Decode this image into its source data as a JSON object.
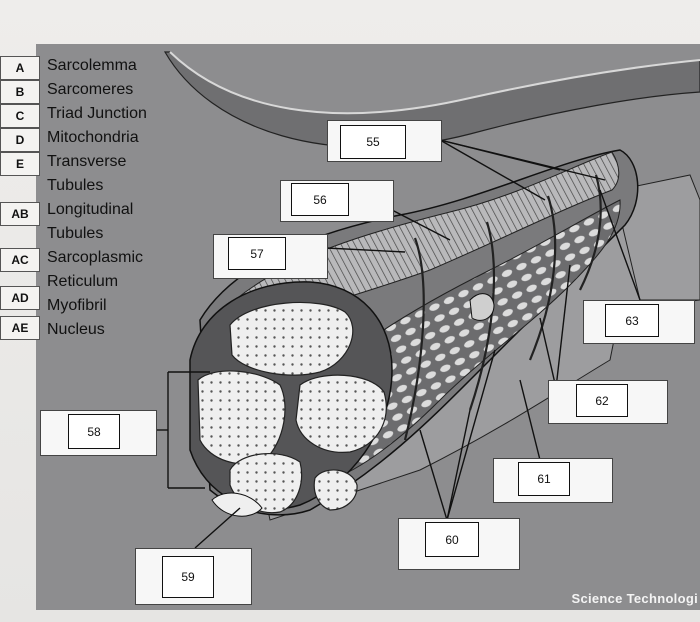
{
  "key": [
    {
      "letter": "A",
      "term": "Sarcolemma"
    },
    {
      "letter": "B",
      "term": "Sarcomeres"
    },
    {
      "letter": "C",
      "term": "Triad Junction"
    },
    {
      "letter": "D",
      "term": "Mitochondria"
    },
    {
      "letter": "E",
      "term": "Transverse"
    },
    {
      "letter": "",
      "term": "Tubules"
    },
    {
      "letter": "AB",
      "term": "Longitudinal"
    },
    {
      "letter": "",
      "term": "Tubules"
    },
    {
      "letter": "AC",
      "term": "Sarcoplasmic"
    },
    {
      "letter": "",
      "term": "Reticulum"
    },
    {
      "letter": "AD",
      "term": "Myofibril"
    },
    {
      "letter": "AE",
      "term": "Nucleus"
    }
  ],
  "labels": {
    "l55": "55",
    "l56": "56",
    "l57": "57",
    "l58": "58",
    "l59": "59",
    "l60": "60",
    "l61": "61",
    "l62": "62",
    "l63": "63"
  },
  "watermark": "Science Technologi"
}
